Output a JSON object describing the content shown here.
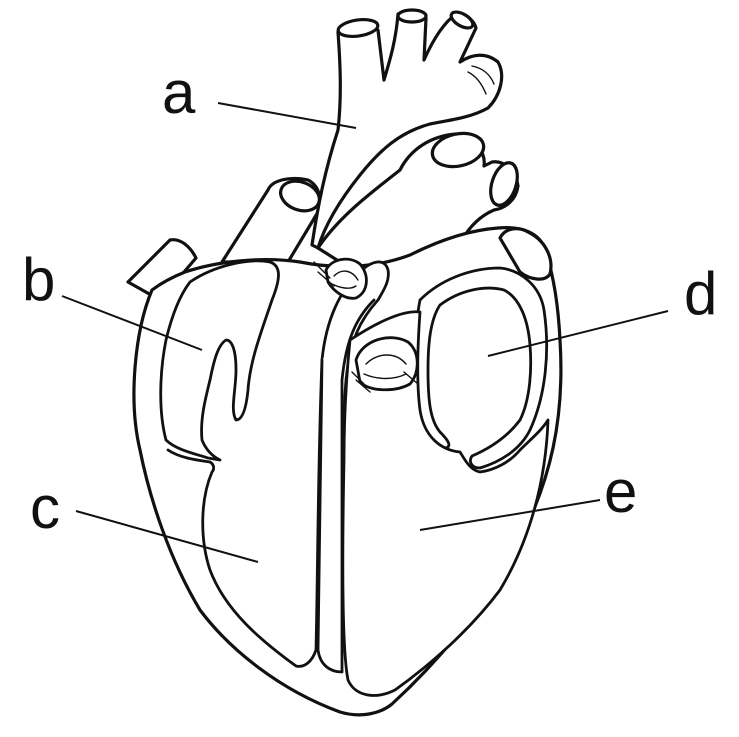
{
  "labels": {
    "a": "a",
    "b": "b",
    "c": "c",
    "d": "d",
    "e": "e"
  },
  "colors": {
    "stroke": "#111111",
    "background": "#ffffff"
  }
}
